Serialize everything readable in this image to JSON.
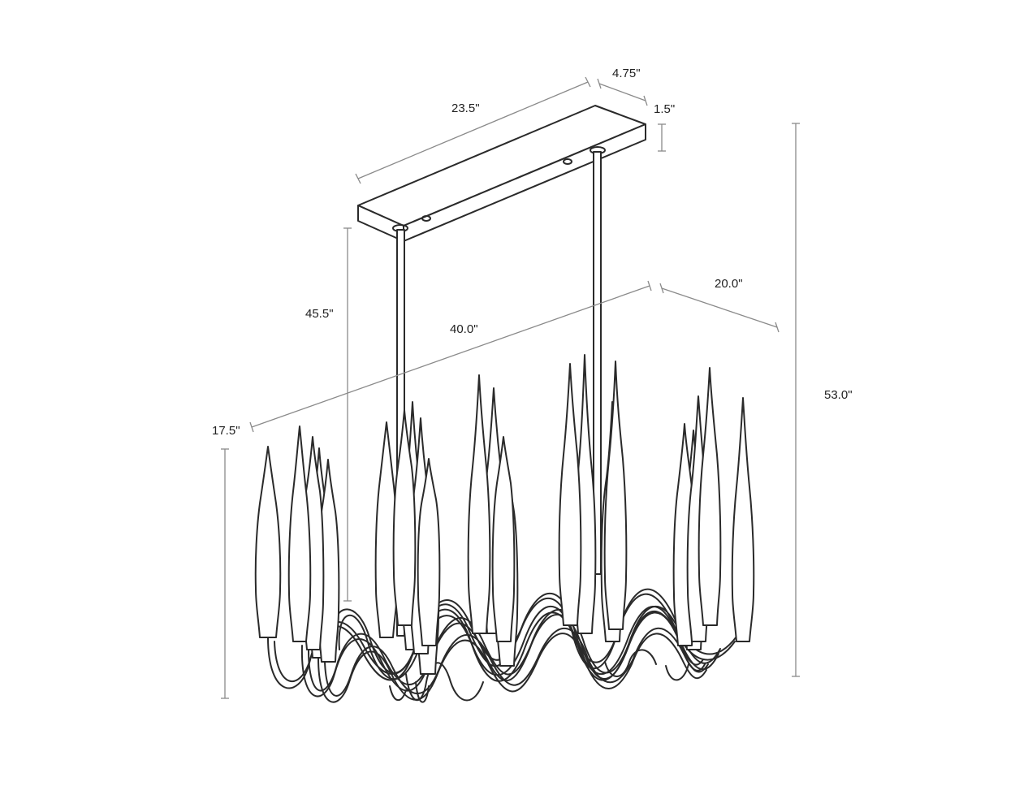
{
  "dimensions": {
    "canopy_length": "23.5\"",
    "canopy_depth": "4.75\"",
    "canopy_height": "1.5\"",
    "drop": "45.5\"",
    "body_length": "40.0\"",
    "body_depth": "20.0\"",
    "body_height": "17.5\"",
    "overall_height": "53.0\""
  }
}
